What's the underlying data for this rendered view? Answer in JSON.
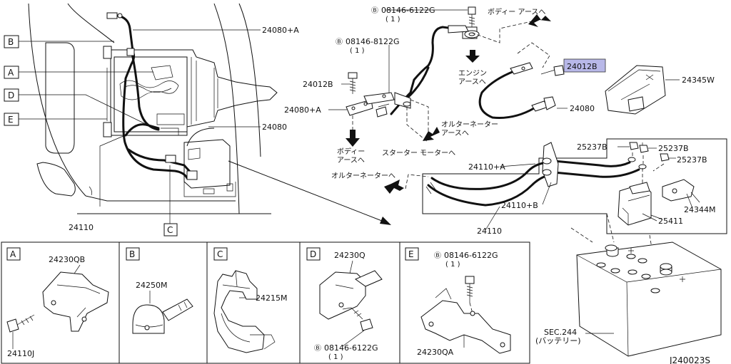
{
  "callouts": {
    "B": "B",
    "A": "A",
    "D": "D",
    "E": "E",
    "C": "C"
  },
  "labels": {
    "p24080a_top": "24080+A",
    "p24080_left": "24080",
    "p24110_left": "24110",
    "bolt_top": "08146-6122G",
    "bolt_top_qty": "( 1 )",
    "bolt_mid": "08146-8122G",
    "bolt_mid_qty": "( 1 )",
    "body_earth_top": "ボディー アースへ",
    "engine_earth_1": "エンジン",
    "engine_earth_2": "アースへ",
    "p24012b_mid": "24012B",
    "p24012b_hl": "24012B",
    "p24345w": "24345W",
    "p24080a_mid": "24080+A",
    "p24080_mid": "24080",
    "alternator_1": "オルターネーター",
    "alternator_2": "アースへ",
    "body_earth_1": "ボディー",
    "body_earth_2": "アースへ",
    "starter": "スターター モーターへ",
    "alternator_lower": "オルターネーターへ",
    "p25237b_1": "25237B",
    "p25237b_2": "25237B",
    "p25237b_3": "25237B",
    "p24110a": "24110+A",
    "p24110b": "24110+B",
    "p24344m": "24344M",
    "p25411": "25411",
    "p24110_box": "24110",
    "sec244": "SEC.244",
    "battery": "(バッテリー)",
    "diagram_code": "J240023S"
  },
  "panels": {
    "A": {
      "tag": "A",
      "part_top": "24230QB",
      "part_bottom": "24110J"
    },
    "B": {
      "tag": "B",
      "part": "24250M"
    },
    "C": {
      "tag": "C",
      "part": "24215M"
    },
    "D": {
      "tag": "D",
      "part_top": "24230Q",
      "bolt": "08146-6122G",
      "bolt_qty": "( 1 )"
    },
    "E": {
      "tag": "E",
      "bolt": "08146-6122G",
      "bolt_qty": "( 1 )",
      "part_bottom": "24230QA"
    }
  },
  "bolt_symbol": "B",
  "colors": {
    "highlight": "#b8b8e8",
    "line": "#111111"
  }
}
